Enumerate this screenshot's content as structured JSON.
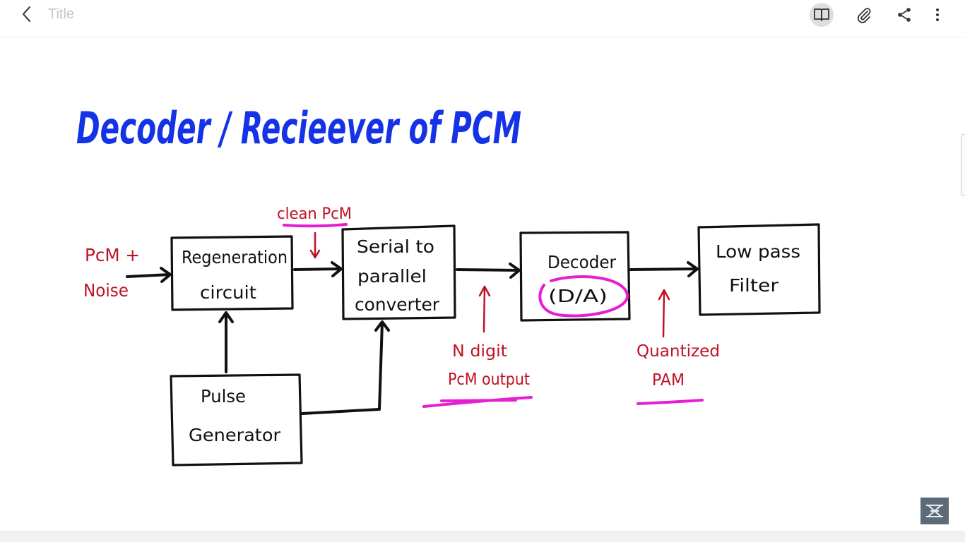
{
  "topbar": {
    "title": "Title",
    "icons": [
      "back-chevron-icon",
      "book-view-icon",
      "paperclip-icon",
      "share-icon",
      "more-vertical-icon"
    ]
  },
  "note": {
    "heading": "Decoder / Recieever of PCM",
    "input_label_line1": "PcM +",
    "input_label_line2": "Noise",
    "clean_pcm": "clean PcM",
    "blocks": {
      "regeneration": [
        "Regeneration",
        "circuit"
      ],
      "serial_to_parallel": [
        "Serial to",
        "parallel",
        "converter"
      ],
      "decoder": [
        "Decoder",
        "(D/A)"
      ],
      "low_pass": [
        "Low pass",
        "Filter"
      ],
      "pulse_generator": [
        "Pulse",
        "Generator"
      ]
    },
    "n_digit": [
      "N digit",
      "PcM output"
    ],
    "quantized": [
      "Quantized",
      "PAM"
    ]
  },
  "colors": {
    "heading": "#1533e6",
    "annotation": "#c01124",
    "highlight": "#e61ed2",
    "ink": "#111111"
  }
}
